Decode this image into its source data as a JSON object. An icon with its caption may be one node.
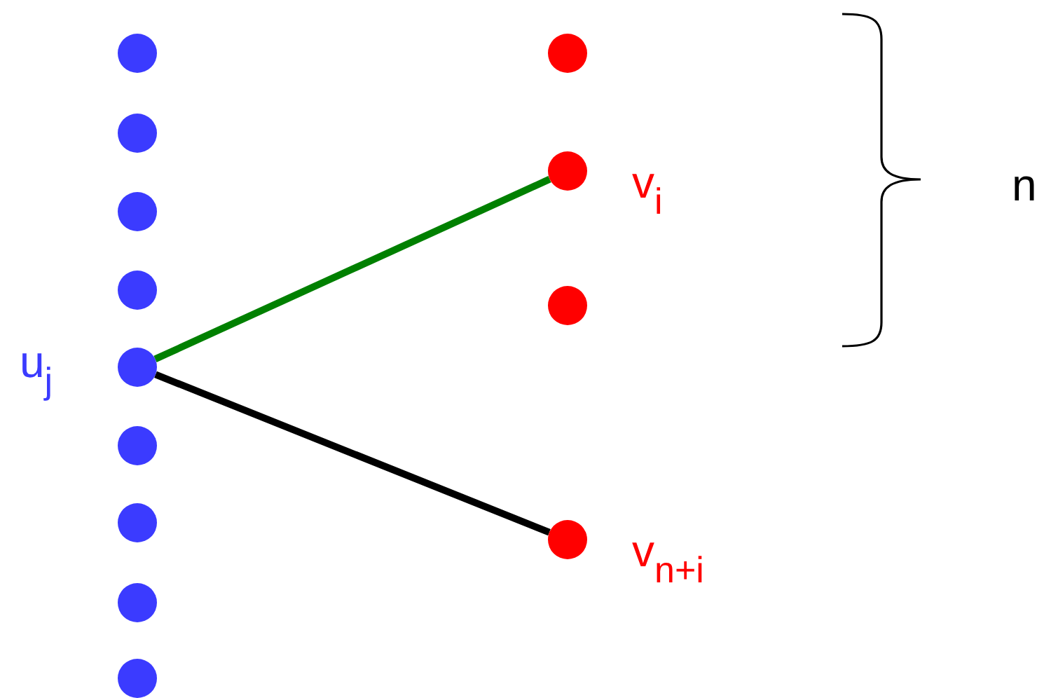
{
  "diagram": {
    "nodes": [
      {
        "text": [],
        "shape": "circle"
      },
      {
        "text": [],
        "shape": "circle"
      },
      {
        "text": [],
        "shape": "circle"
      },
      {
        "text": [],
        "shape": "circle"
      },
      {
        "text": [],
        "shape": "circle",
        "beside": [
          "u$_{j}$"
        ]
      },
      {
        "text": [],
        "shape": "circle"
      },
      {
        "text": [],
        "shape": "circle"
      },
      {
        "text": [],
        "shape": "circle"
      },
      {
        "text": [],
        "shape": "circle"
      },
      {
        "text": [],
        "shape": "circle"
      },
      {
        "text": [],
        "shape": "circle",
        "beside": [
          "v$_{i}$"
        ]
      },
      {
        "text": [],
        "shape": "circle"
      },
      {
        "text": [],
        "shape": "circle",
        "beside": [
          "v$_{n+i}$"
        ]
      }
    ],
    "edges": [
      {
        "from": 4,
        "to": 10,
        "arrow": "none",
        "color": "#008000"
      },
      {
        "from": 4,
        "to": 12,
        "arrow": "none",
        "color": "#000000"
      }
    ],
    "labels": [
      "n"
    ]
  }
}
